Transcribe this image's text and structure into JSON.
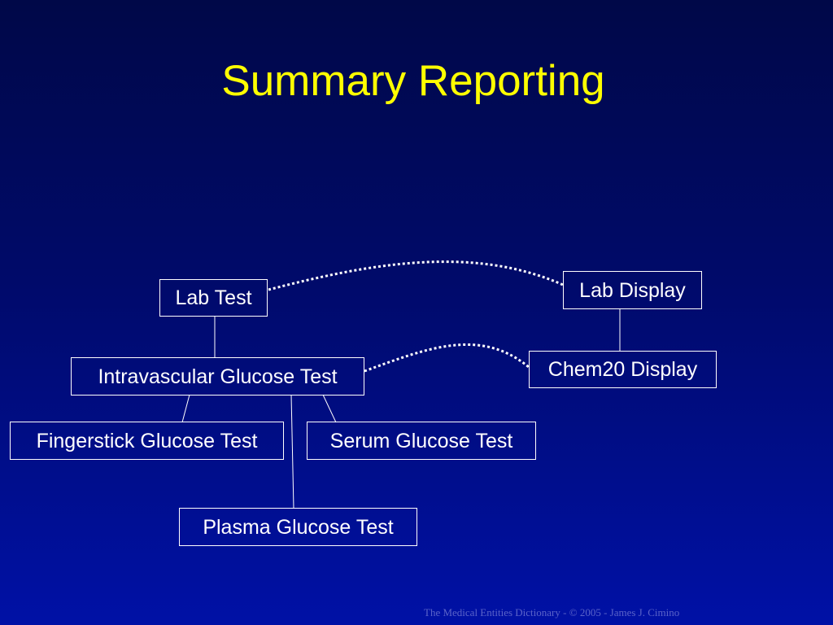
{
  "slide": {
    "title": "Summary Reporting",
    "footer": "The Medical Entities Dictionary - ©  2005 - James J. Cimino"
  },
  "diagram": {
    "nodes": {
      "lab_test": "Lab Test",
      "intravascular_glucose_test": "Intravascular Glucose Test",
      "fingerstick_glucose_test": "Fingerstick Glucose Test",
      "serum_glucose_test": "Serum Glucose Test",
      "plasma_glucose_test": "Plasma Glucose Test",
      "lab_display": "Lab Display",
      "chem20_display": "Chem20 Display"
    },
    "colors": {
      "background_top": "#000848",
      "background_bottom": "#0011a6",
      "title": "#ffff00",
      "node_text": "#ffffff",
      "node_border": "#ffffff"
    }
  }
}
